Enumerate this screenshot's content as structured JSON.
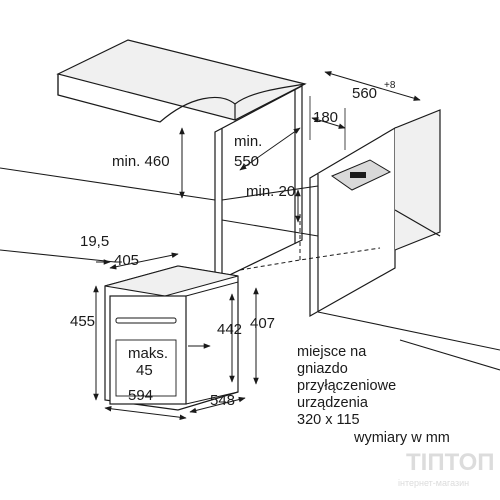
{
  "dimensions": {
    "niche_width": "560",
    "niche_width_tol": "+8",
    "rear_gap": "180",
    "min_460": "min. 460",
    "min_550_line1": "min.",
    "min_550_line2": "550",
    "min_20": "min. 20",
    "d_19_5": "19,5",
    "d_405": "405",
    "d_455": "455",
    "d_442": "442",
    "d_407": "407",
    "maks_line1": "maks.",
    "maks_line2": "45",
    "d_594": "594",
    "d_548": "548"
  },
  "note": {
    "lines": [
      "miejsce na",
      "gniazdo",
      "przyłączeniowe",
      "urządzenia",
      "320 x 115"
    ]
  },
  "units": "wymiary w mm",
  "watermark": {
    "brand": "ТІПТОП",
    "sub": "інтернет-магазин"
  },
  "colors": {
    "line": "#1a1a1a",
    "fill_light": "#f0f0f0",
    "fill_mid": "#d9d9d9"
  }
}
